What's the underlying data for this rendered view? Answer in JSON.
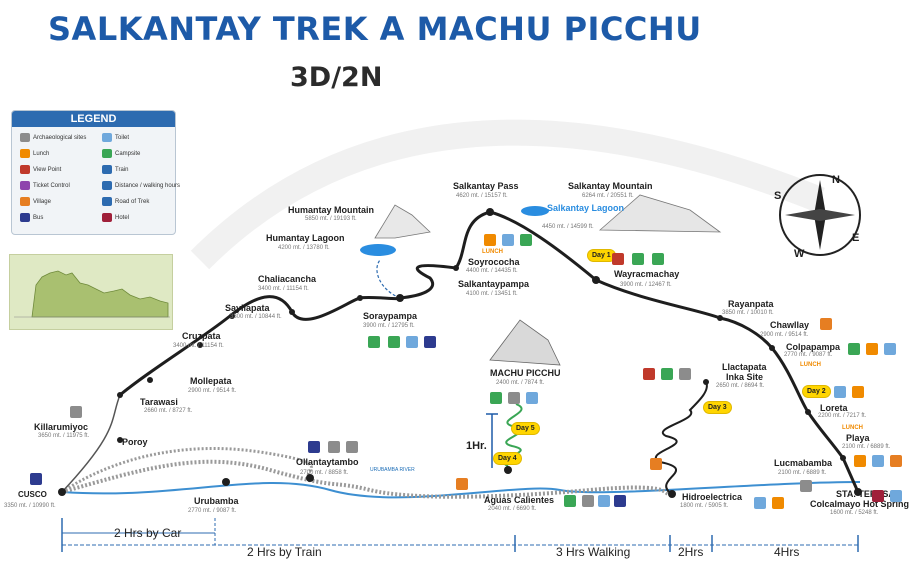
{
  "header": {
    "title": "SALKANTAY TREK A MACHU PICCHU",
    "subtitle": "3D/2N"
  },
  "legend": {
    "title": "LEGEND",
    "items": [
      {
        "label": "Archaeological sites",
        "icon": "ruins-icon",
        "color": "#8c8c8c"
      },
      {
        "label": "Toilet",
        "icon": "toilet-icon",
        "color": "#6fa8dc"
      },
      {
        "label": "Lunch",
        "icon": "lunch-icon",
        "color": "#f08a00"
      },
      {
        "label": "Campsite",
        "icon": "campsite-icon",
        "color": "#3aa655"
      },
      {
        "label": "View Point",
        "icon": "viewpoint-icon",
        "color": "#c0392b"
      },
      {
        "label": "Train",
        "icon": "train-icon",
        "color": "#2d6bb0"
      },
      {
        "label": "Ticket Control",
        "icon": "ticket-icon",
        "color": "#8e44ad"
      },
      {
        "label": "Distance / walking hours",
        "icon": "distance-icon",
        "color": "#2d6bb0"
      },
      {
        "label": "Village",
        "icon": "village-icon",
        "color": "#e67e22"
      },
      {
        "label": "Road of Trek",
        "icon": "road-icon",
        "color": "#2d6bb0"
      },
      {
        "label": "Bus",
        "icon": "bus-icon",
        "color": "#2d3b8f"
      },
      {
        "label": "Hotel",
        "icon": "hotel-icon",
        "color": "#a0203a"
      }
    ]
  },
  "places": {
    "cusco": {
      "name": "CUSCO",
      "alt": "3350 mt. / 10990 ft."
    },
    "poroy": {
      "name": "Poroy"
    },
    "urubamba": {
      "name": "Urubamba",
      "alt": "2770 mt. / 9087 ft."
    },
    "ollantaytambo": {
      "name": "Ollantaytambo",
      "alt": "2700 mt. / 8858 ft."
    },
    "killarumiyoc": {
      "name": "Killarumiyoc",
      "alt": "3650 mt. / 11975 ft."
    },
    "tarawasi": {
      "name": "Tarawasi",
      "alt": "2660 mt. / 8727 ft."
    },
    "mollepata": {
      "name": "Mollepata",
      "alt": "2900 mt. / 9514 ft."
    },
    "cruzpata": {
      "name": "Cruzpata",
      "alt": "3400 mt. / 11154 ft."
    },
    "sayllapata": {
      "name": "Sayllapata",
      "alt": "3300 mt. / 10844 ft."
    },
    "chaliacancha": {
      "name": "Chaliacancha",
      "alt": "3400 mt. / 11154 ft."
    },
    "humantay_mountain": {
      "name": "Humantay Mountain",
      "alt": "5850 mt. / 19193 ft."
    },
    "humantay_lagoon": {
      "name": "Humantay Lagoon",
      "alt": "4200 mt. / 13780 ft."
    },
    "soraypampa": {
      "name": "Soraypampa",
      "alt": "3900 mt. / 12795 ft."
    },
    "salkantaypampa": {
      "name": "Salkantaypampa",
      "alt": "4100 mt. / 13451 ft."
    },
    "soyrococha": {
      "name": "Soyrococha",
      "alt": "4400 mt. / 14435 ft."
    },
    "salkantay_pass": {
      "name": "Salkantay Pass",
      "alt": "4620 mt. / 15157 ft."
    },
    "salkantay_lagoon": {
      "name": "Salkantay Lagoon",
      "alt": "4450 mt. / 14599 ft."
    },
    "salkantay_mountain": {
      "name": "Salkantay Mountain",
      "alt": "6264 mt. / 20551 ft."
    },
    "wayracmachay": {
      "name": "Wayracmachay",
      "alt": "3900 mt. / 12467 ft."
    },
    "rayanpata": {
      "name": "Rayanpata",
      "alt": "3850 mt. / 10010 ft."
    },
    "chawllay": {
      "name": "Chawllay",
      "alt": "2900 mt. / 9514 ft."
    },
    "colpapampa": {
      "name": "Colpapampa",
      "alt": "2770 mt. / 9087 ft."
    },
    "loreta": {
      "name": "Loreta",
      "alt": "2200 mt. / 7217 ft."
    },
    "playa": {
      "name": "Playa",
      "alt": "2100 mt. / 6889 ft."
    },
    "lucmabamba": {
      "name": "Lucmabamba",
      "alt": "2100 mt. / 6889 ft."
    },
    "sta_teresa": {
      "name": "STA. TERESA",
      "name2": "Colcalmayo Hot Spring",
      "alt": "1600 mt. / 5248 ft."
    },
    "llactapata": {
      "name": "Llactapata",
      "name2": "Inka Site",
      "alt": "2650 mt. / 8694 ft."
    },
    "hidroelectrica": {
      "name": "Hidroelectrica",
      "alt": "1800 mt. / 5905 ft."
    },
    "aguas_calientes": {
      "name": "Aguas Calientes",
      "alt": "2040 mt. / 6690 ft."
    },
    "machu_picchu": {
      "name": "MACHU PICCHU",
      "alt": "2400 mt. / 7874 ft."
    }
  },
  "days": [
    "Day 1",
    "Day 2",
    "Day 3",
    "Day 4",
    "Day 5"
  ],
  "lunch_label": "LUNCH",
  "river_label": "URUBAMBA RIVER",
  "hr_label": "1Hr.",
  "segment_labels": {
    "car": "2 Hrs by Car",
    "train": "2 Hrs by Train",
    "walking": "3 Hrs Walking",
    "two_hrs": "2Hrs",
    "four_hrs": "4Hrs"
  },
  "compass": {
    "letters": [
      "N",
      "S",
      "E",
      "W"
    ]
  },
  "colors": {
    "title": "#1d5aa8",
    "route": "#1e1e1e",
    "river": "#3d8fd1",
    "train": "#9a9a9a",
    "badge": "#ffd500"
  }
}
